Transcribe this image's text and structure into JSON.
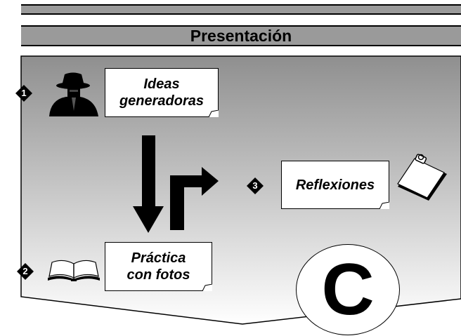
{
  "header": {
    "title": "Presentación"
  },
  "steps": [
    {
      "number": "1",
      "label_line1": "Ideas",
      "label_line2": "generadoras",
      "icon": "spy-icon"
    },
    {
      "number": "2",
      "label_line1": "Práctica",
      "label_line2": "con fotos",
      "icon": "open-book-icon"
    },
    {
      "number": "3",
      "label_line1": "Reflexiones",
      "label_line2": "",
      "icon": "clipboard-icon"
    }
  ],
  "badge": {
    "letter": "C"
  },
  "colors": {
    "bar": "#9a9a9a",
    "gradient_top": "#8f8f8f",
    "gradient_bottom": "#ffffff",
    "ink": "#000000"
  }
}
